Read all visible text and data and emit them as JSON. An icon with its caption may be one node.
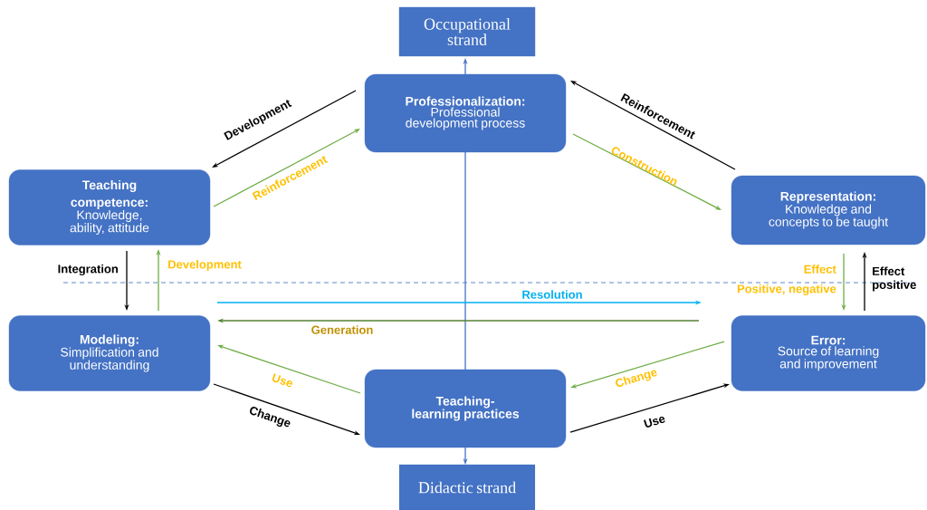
{
  "diagram": {
    "nodes": [
      {
        "text": [
          "Occupational strand"
        ]
      },
      {
        "text": [
          "Professionalization:",
          "Professional development process"
        ]
      },
      {
        "text": [
          "Teaching competence:",
          "Knowledge, ability, attitude"
        ]
      },
      {
        "text": [
          "Representation:",
          "Knowledge and concepts to be taught"
        ]
      },
      {
        "text": [
          "Modeling:",
          "Simplification and understanding"
        ]
      },
      {
        "text": [
          "Error:",
          "Source of learning and improvement"
        ]
      },
      {
        "text": [
          "Teaching-learning practices"
        ]
      },
      {
        "text": [
          "Didactic strand"
        ]
      }
    ],
    "edges": [
      {
        "from": 1,
        "to": 0,
        "arrow": "to",
        "color": "#4472c4"
      },
      {
        "from": 6,
        "to": 1,
        "arrow": "none",
        "color": "#4472c4"
      },
      {
        "from": 6,
        "to": 7,
        "arrow": "to",
        "color": "#4472c4"
      },
      {
        "from": 1,
        "to": 2,
        "arrow": "to",
        "label": "Development"
      },
      {
        "from": 2,
        "to": 1,
        "arrow": "to",
        "label": "Reinforcement",
        "color": "#70ad47"
      },
      {
        "from": 3,
        "to": 1,
        "arrow": "to",
        "label": "Reinforcement"
      },
      {
        "from": 1,
        "to": 3,
        "arrow": "to",
        "label": "Construction",
        "color": "#70ad47"
      },
      {
        "from": 2,
        "to": 4,
        "arrow": "to",
        "label": "Integration"
      },
      {
        "from": 4,
        "to": 2,
        "arrow": "to",
        "label": "Development",
        "color": "#70ad47"
      },
      {
        "from": 3,
        "to": 5,
        "arrow": "to",
        "label": "Effect",
        "color": "#70ad47"
      },
      {
        "from": 5,
        "to": 3,
        "arrow": "to",
        "label": "Effect positive"
      },
      {
        "from": 4,
        "to": null,
        "arrow": "to",
        "label": "Resolution",
        "color": "#00b0f0"
      },
      {
        "from": null,
        "to": 4,
        "arrow": "to",
        "label": "Generation",
        "color": "#548235"
      },
      {
        "from": 6,
        "to": 4,
        "arrow": "to",
        "label": "Use",
        "color": "#70ad47"
      },
      {
        "from": 4,
        "to": 6,
        "arrow": "to",
        "label": "Change"
      },
      {
        "from": 5,
        "to": 6,
        "arrow": "to",
        "label": "Change",
        "color": "#70ad47"
      },
      {
        "from": 6,
        "to": 5,
        "arrow": "to",
        "label": "Use"
      }
    ],
    "labels": [
      "Positive, negative"
    ]
  }
}
